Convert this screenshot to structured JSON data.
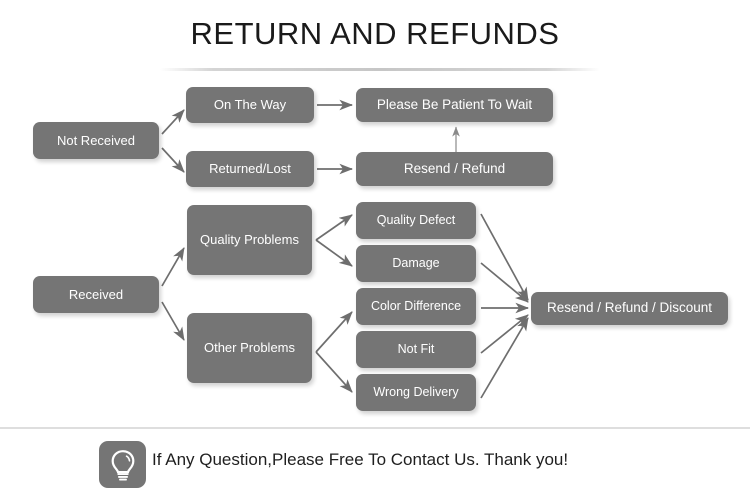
{
  "page": {
    "title": "RETURN AND REFUNDS",
    "background_color": "#ffffff",
    "node_color": "#757575",
    "node_text_color": "#ffffff",
    "arrow_color": "#6e6e6e",
    "divider_color": "#dedede"
  },
  "flow": {
    "nodes": [
      {
        "id": "not-received",
        "label": "Not Received"
      },
      {
        "id": "on-the-way",
        "label": "On The Way"
      },
      {
        "id": "returned-lost",
        "label": "Returned/Lost"
      },
      {
        "id": "please-wait",
        "label": "Please Be Patient To Wait"
      },
      {
        "id": "resend-refund",
        "label": "Resend / Refund"
      },
      {
        "id": "received",
        "label": "Received"
      },
      {
        "id": "quality-problems",
        "label": "Quality Problems"
      },
      {
        "id": "other-problems",
        "label": "Other Problems"
      },
      {
        "id": "quality-defect",
        "label": "Quality Defect"
      },
      {
        "id": "damage",
        "label": "Damage"
      },
      {
        "id": "color-difference",
        "label": "Color Difference"
      },
      {
        "id": "not-fit",
        "label": "Not Fit"
      },
      {
        "id": "wrong-delivery",
        "label": "Wrong Delivery"
      },
      {
        "id": "resend-refund-discount",
        "label": "Resend / Refund / Discount"
      }
    ],
    "edges": [
      {
        "from": "not-received",
        "to": "on-the-way"
      },
      {
        "from": "not-received",
        "to": "returned-lost"
      },
      {
        "from": "on-the-way",
        "to": "please-wait"
      },
      {
        "from": "returned-lost",
        "to": "resend-refund"
      },
      {
        "from": "resend-refund",
        "to": "please-wait"
      },
      {
        "from": "received",
        "to": "quality-problems"
      },
      {
        "from": "received",
        "to": "other-problems"
      },
      {
        "from": "quality-problems",
        "to": "quality-defect"
      },
      {
        "from": "quality-problems",
        "to": "damage"
      },
      {
        "from": "other-problems",
        "to": "color-difference"
      },
      {
        "from": "other-problems",
        "to": "wrong-delivery"
      },
      {
        "from": "quality-defect",
        "to": "resend-refund-discount"
      },
      {
        "from": "damage",
        "to": "resend-refund-discount"
      },
      {
        "from": "color-difference",
        "to": "resend-refund-discount"
      },
      {
        "from": "not-fit",
        "to": "resend-refund-discount"
      },
      {
        "from": "wrong-delivery",
        "to": "resend-refund-discount"
      }
    ]
  },
  "footer": {
    "icon": "lightbulb-icon",
    "text": "If Any Question,Please Free To Contact Us. Thank you!"
  }
}
